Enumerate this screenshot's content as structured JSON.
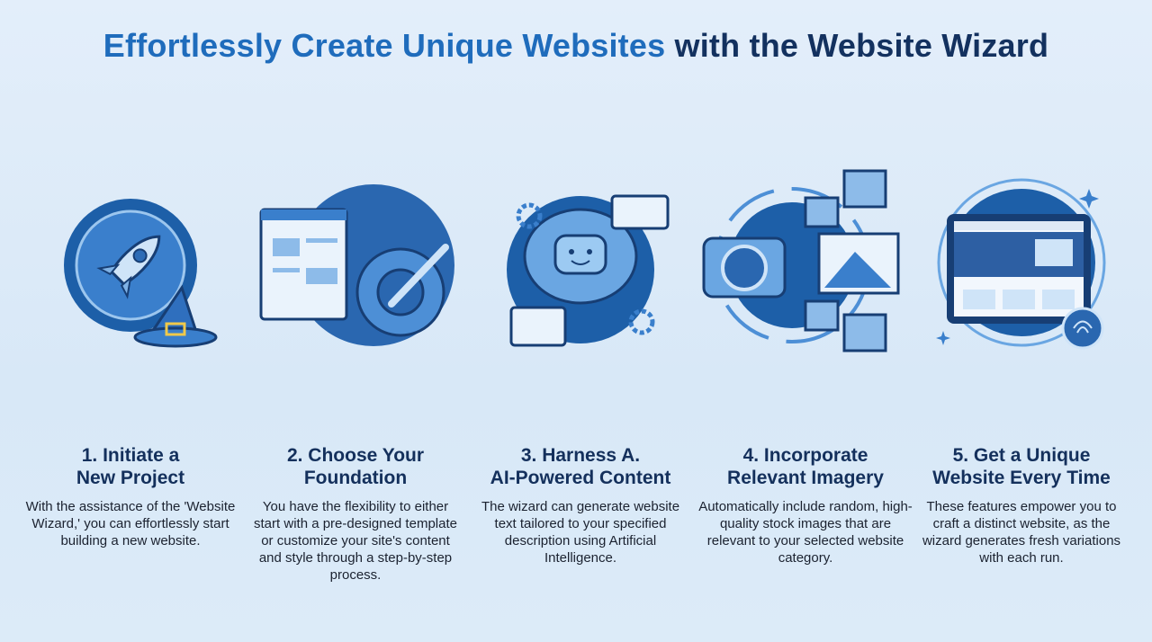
{
  "title": {
    "part1": "Effortlessly Create Unique Websites",
    "part2": "with the Website Wizard"
  },
  "steps": [
    {
      "line1": "1. Initiate a",
      "line2": "New Project",
      "description": "With the assistance of the 'Website Wizard,' you can effortlessly start building a new website.",
      "icon": "rocket-wizard-hat-icon"
    },
    {
      "line1": "2. Choose Your",
      "line2": "Foundation",
      "description": "You have the flexibility to either start with a pre-designed template or customize your site's content and style through a step-by-step process.",
      "icon": "template-gear-brush-icon"
    },
    {
      "line1": "3. Harness A.",
      "line2": "AI-Powered Content",
      "description": "The wizard can generate website text tailored to your specified description using Artificial Intelligence.",
      "icon": "ai-brain-icon"
    },
    {
      "line1": "4. Incorporate",
      "line2": "Relevant Imagery",
      "description": "Automatically include random, high-quality stock images that are relevant to your selected website category.",
      "icon": "camera-images-icon"
    },
    {
      "line1": "5. Get a Unique",
      "line2": "Website Every Time",
      "description": "These features empower you to craft a distinct website, as the wizard generates fresh variations with each run.",
      "icon": "tablet-website-fingerprint-icon"
    }
  ],
  "colors": {
    "accent": "#1f6cbc",
    "navy": "#13315f",
    "background": "#dceaf7"
  }
}
